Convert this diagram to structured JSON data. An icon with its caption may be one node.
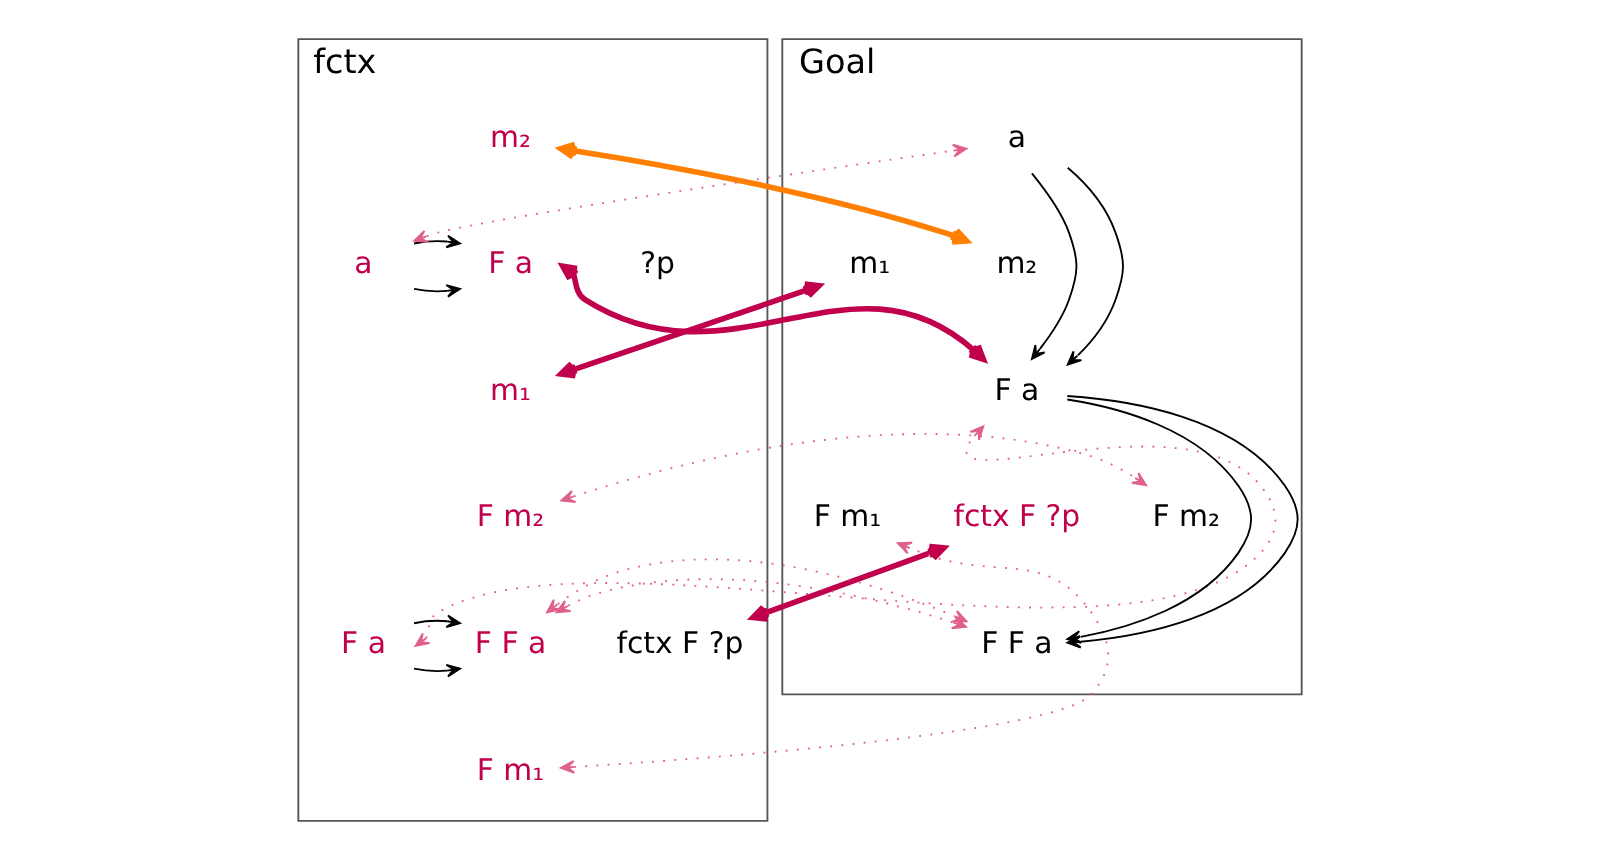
{
  "diagram": {
    "nodes": [
      {
        "text": [
          "fctx"
        ]
      },
      {
        "text": [
          "m₂"
        ],
        "in": 0
      },
      {
        "text": [
          "a"
        ],
        "in": 0
      },
      {
        "text": [
          "?p"
        ],
        "in": 0
      },
      {
        "text": [
          "F a"
        ],
        "in": 0
      },
      {
        "text": [
          "m₁"
        ],
        "in": 0
      },
      {
        "text": [
          "F m₂"
        ],
        "in": 0
      },
      {
        "text": [
          "F a"
        ],
        "in": 0
      },
      {
        "text": [
          "fctx F ?p"
        ],
        "in": 0
      },
      {
        "text": [
          "F F a"
        ],
        "in": 0
      },
      {
        "text": [
          "F m₁"
        ],
        "in": 0
      },
      {
        "text": [
          "Goal"
        ]
      },
      {
        "text": [
          "a"
        ],
        "in": 11
      },
      {
        "text": [
          "m₁"
        ],
        "in": 11
      },
      {
        "text": [
          "m₂"
        ],
        "in": 11
      },
      {
        "text": [
          "F a"
        ],
        "in": 11
      },
      {
        "text": [
          "F m₁"
        ],
        "in": 11
      },
      {
        "text": [
          "fctx F ?p"
        ],
        "in": 11
      },
      {
        "text": [
          "F m₂"
        ],
        "in": 11
      },
      {
        "text": [
          "F F a"
        ],
        "in": 11
      }
    ],
    "edges": [
      {
        "from": 2,
        "to": 4,
        "arrow": "to"
      },
      {
        "from": 2,
        "to": 4,
        "arrow": "to"
      },
      {
        "from": 7,
        "to": 9,
        "arrow": "to"
      },
      {
        "from": 7,
        "to": 9,
        "arrow": "to"
      },
      {
        "from": 12,
        "to": 15,
        "arrow": "to"
      },
      {
        "from": 12,
        "to": 15,
        "arrow": "to"
      },
      {
        "from": 15,
        "to": 19,
        "arrow": "to"
      },
      {
        "from": 15,
        "to": 19,
        "arrow": "to"
      },
      {
        "from": 1,
        "to": 14,
        "arrow": "both",
        "style": "thick",
        "color": "#ff8000"
      },
      {
        "from": 4,
        "to": 15,
        "arrow": "both",
        "style": "thick",
        "color": "#c0004c"
      },
      {
        "from": 5,
        "to": 13,
        "arrow": "both",
        "style": "thick",
        "color": "#c0004c"
      },
      {
        "from": 8,
        "to": 17,
        "arrow": "both",
        "style": "thick",
        "color": "#c0004c"
      },
      {
        "from": 2,
        "to": 12,
        "arrow": "both",
        "style": "dashed",
        "color": "#e0608c"
      },
      {
        "from": 6,
        "to": 18,
        "arrow": "both",
        "style": "dashed",
        "color": "#e0608c"
      },
      {
        "from": 7,
        "to": 15,
        "arrow": "both",
        "style": "dashed",
        "color": "#e0608c"
      },
      {
        "from": 9,
        "to": 19,
        "arrow": "both",
        "style": "dashed",
        "color": "#e0608c"
      },
      {
        "from": 10,
        "to": 16,
        "arrow": "both",
        "style": "dashed",
        "color": "#e0608c"
      }
    ]
  }
}
